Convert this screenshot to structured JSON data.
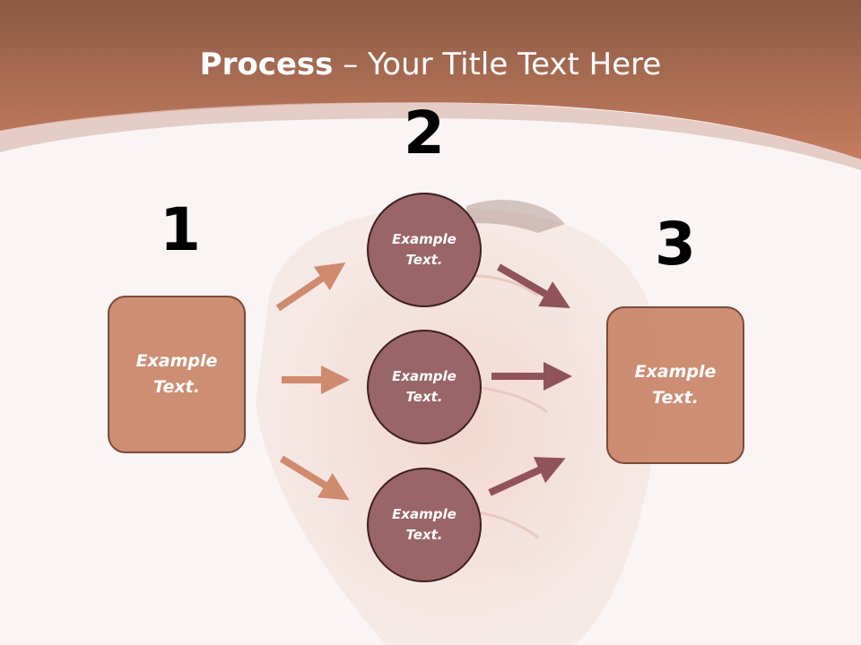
{
  "title": {
    "bold": "Process",
    "dash": " – ",
    "rest": "Your Title Text Here"
  },
  "steps": [
    {
      "number": "1",
      "label": "Example\nText."
    },
    {
      "number": "2",
      "items": [
        {
          "label": "Example\nText."
        },
        {
          "label": "Example\nText."
        },
        {
          "label": "Example\nText."
        }
      ]
    },
    {
      "number": "3",
      "label": "Example\nText."
    }
  ],
  "colors": {
    "header": "#b87258",
    "box_fill": "#c98468",
    "circle_fill": "#9a6566",
    "arrow_left": "#d08a6e",
    "arrow_right": "#8f5358"
  }
}
